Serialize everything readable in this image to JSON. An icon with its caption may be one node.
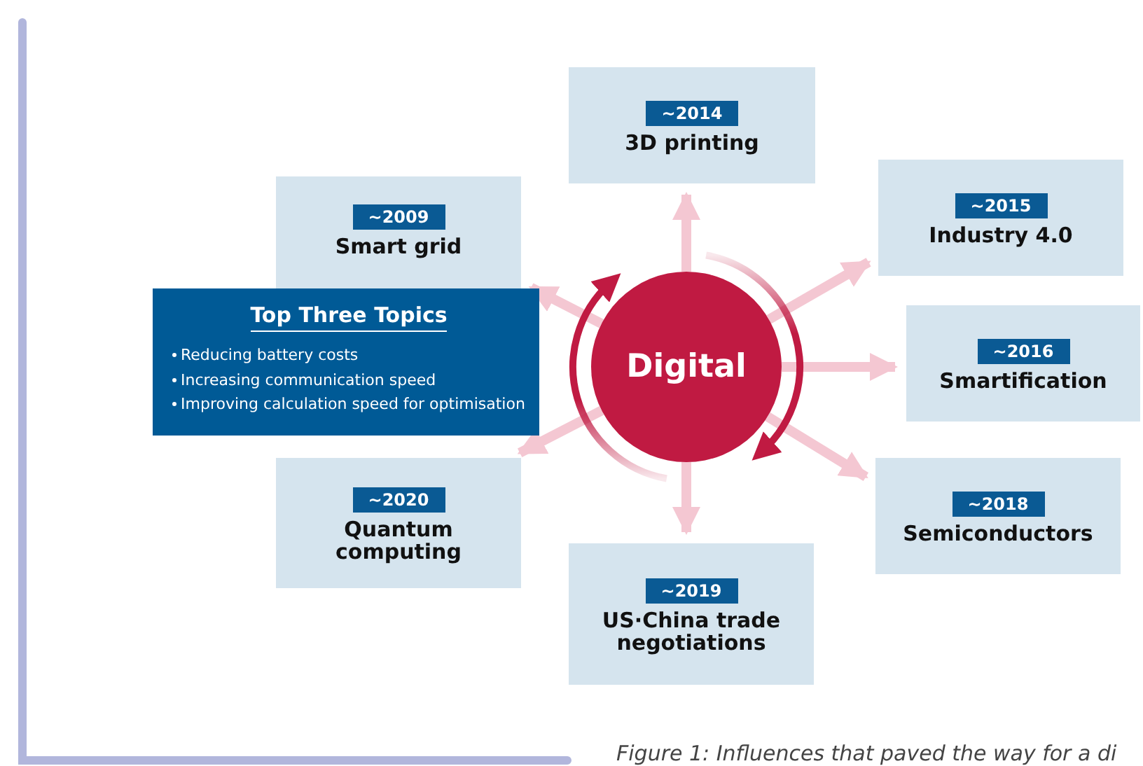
{
  "diagram": {
    "caption": "Figure 1: Influences that paved the way for a di",
    "nodes": [
      {
        "text": [
          "Digital"
        ]
      },
      {
        "text": [
          "~2014",
          "3D printing"
        ]
      },
      {
        "text": [
          "~2015",
          "Industry 4.0"
        ]
      },
      {
        "text": [
          "~2016",
          "Smartification"
        ]
      },
      {
        "text": [
          "~2018",
          "Semiconductors"
        ]
      },
      {
        "text": [
          "~2019",
          "US·China trade negotiations"
        ]
      },
      {
        "text": [
          "~2020",
          "Quantum computing"
        ]
      },
      {
        "text": [
          "~2009",
          "Smart grid"
        ]
      },
      {
        "text": [
          "Top Three Topics",
          "Reducing battery costs",
          "Increasing communication speed",
          "Improving calculation speed for optimisation"
        ]
      }
    ],
    "edges": [
      {
        "from": 0,
        "to": 1,
        "arrow": "to"
      },
      {
        "from": 0,
        "to": 2,
        "arrow": "to"
      },
      {
        "from": 0,
        "to": 3,
        "arrow": "to"
      },
      {
        "from": 0,
        "to": 4,
        "arrow": "to"
      },
      {
        "from": 0,
        "to": 5,
        "arrow": "to"
      },
      {
        "from": 0,
        "to": 6,
        "arrow": "to"
      },
      {
        "from": 0,
        "to": 7,
        "arrow": "to"
      }
    ]
  }
}
